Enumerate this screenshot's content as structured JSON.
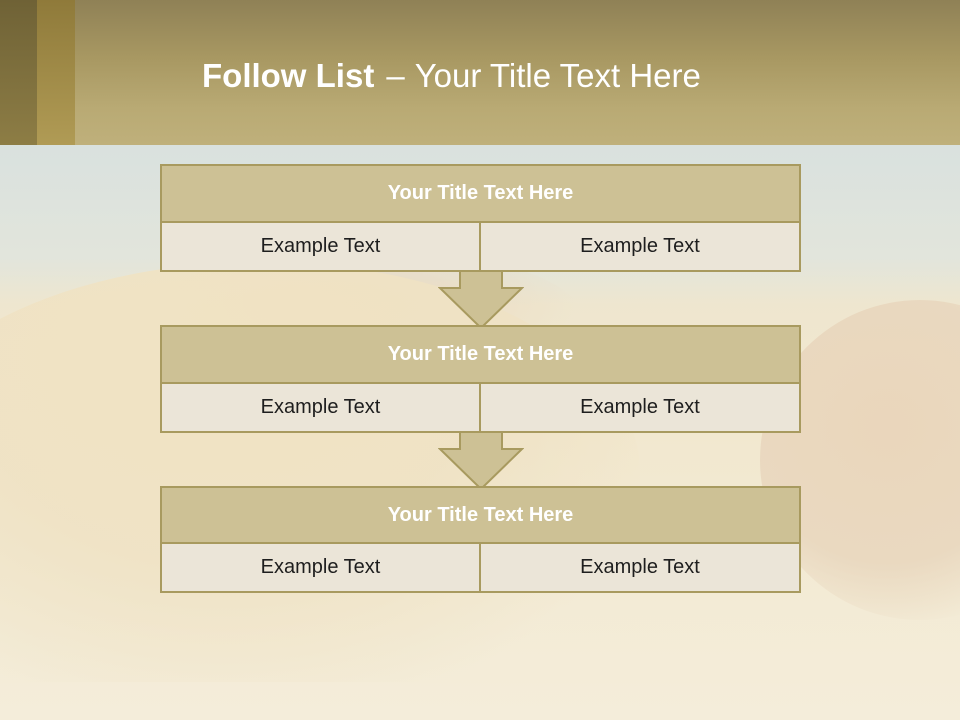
{
  "slide": {
    "title_strong": "Follow List",
    "title_sep": "–",
    "title_rest": "Your Title Text Here"
  },
  "blocks": [
    {
      "title": "Your Title Text Here",
      "left": "Example Text",
      "right": "Example Text"
    },
    {
      "title": "Your Title Text Here",
      "left": "Example Text",
      "right": "Example Text"
    },
    {
      "title": "Your Title Text Here",
      "left": "Example Text",
      "right": "Example Text"
    }
  ],
  "colors": {
    "header": "#b9aa74",
    "block_title_fill": "#cdc195",
    "block_cell_fill": "#ebe5d8",
    "border": "#a89a5f"
  }
}
